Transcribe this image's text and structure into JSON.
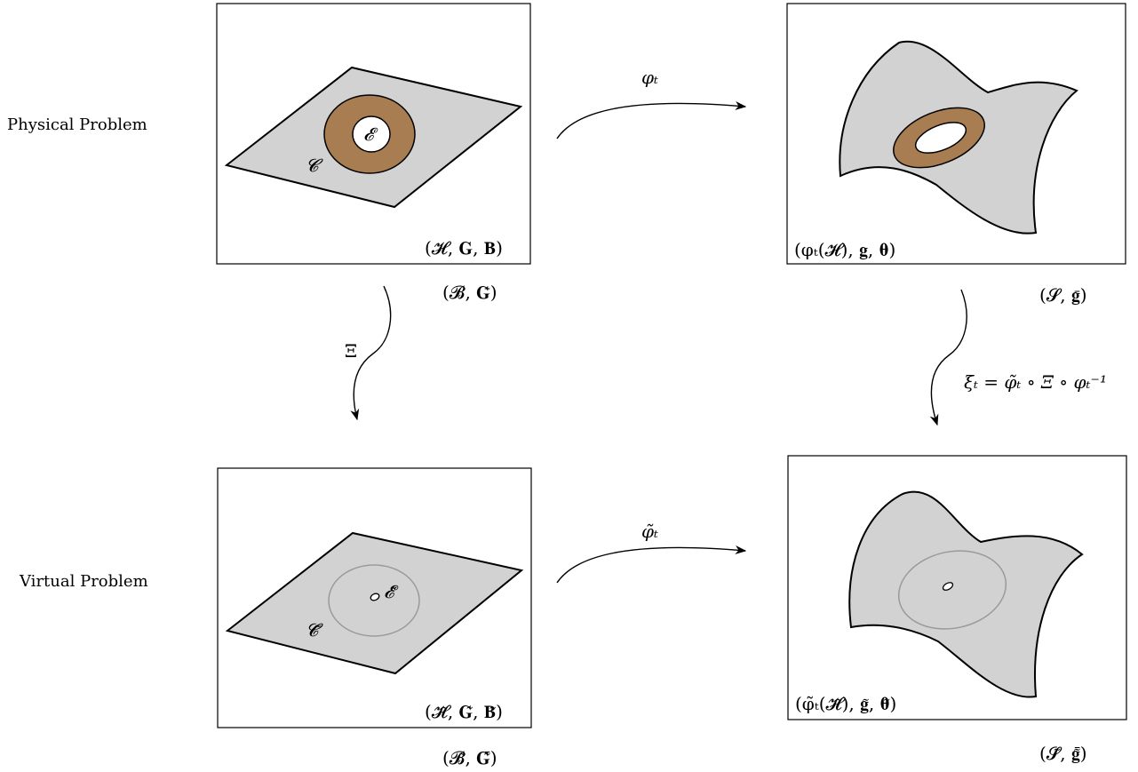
{
  "rows": {
    "physical": "Physical Problem",
    "virtual": "Virtual Problem"
  },
  "maps": {
    "top": "φₜ",
    "bottom": "φ̃ₜ",
    "left": "Ξ",
    "right": "ξₜ = φ̃ₜ ∘ Ξ ∘ φₜ⁻¹"
  },
  "panels": {
    "top_left": {
      "triple": "(𝓗, 𝐆, 𝐁)",
      "pair": "(𝓑, 𝐆̄)",
      "region_c": "𝓒",
      "region_e": "𝓔"
    },
    "top_right": {
      "triple": "(φₜ(𝓗), 𝐠, 𝛉)",
      "pair": "(𝓢, 𝐠̄)"
    },
    "bottom_left": {
      "triple": "(𝓗̃, 𝐆̃, 𝐁̃)",
      "pair": "(𝓑̃, 𝐆̃̄)",
      "region_c": "𝓒̃",
      "region_e": "𝓔̃"
    },
    "bottom_right": {
      "triple": "(φ̃ₜ(𝓗̃), 𝐠̃, 𝛉̃)",
      "pair": "(𝓢̃, 𝐠̃̄)"
    }
  },
  "colors": {
    "surface": "#d2d2d2",
    "annulus": "#a87d52",
    "virtual_ring": "#9a9a9a"
  }
}
